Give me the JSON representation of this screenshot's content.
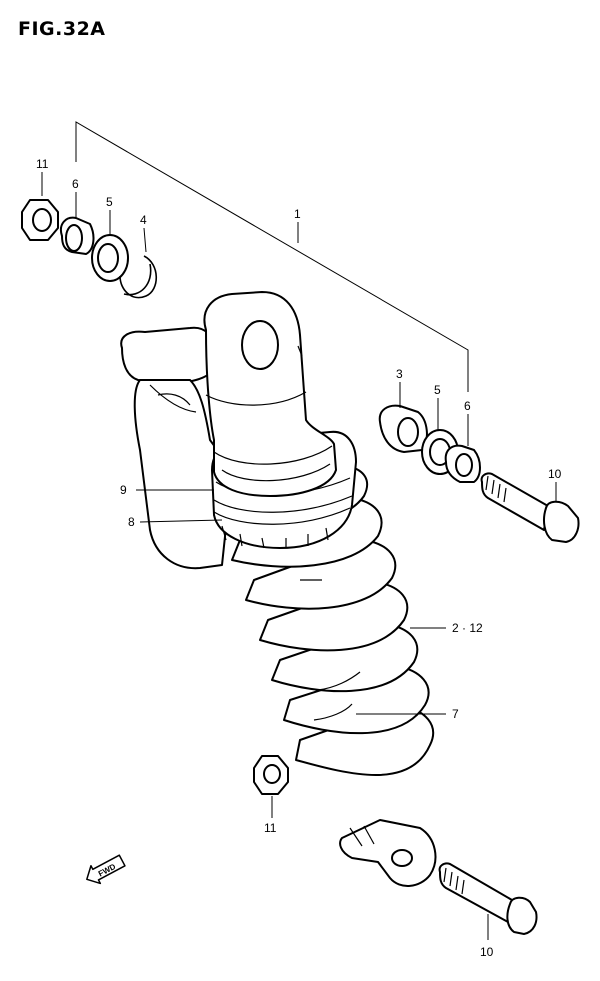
{
  "figure": {
    "title": "FIG.32A"
  },
  "callouts": {
    "c1": "1",
    "c2_12": "2 · 12",
    "c3": "3",
    "c4": "4",
    "c5_top": "5",
    "c5_right": "5",
    "c6_top": "6",
    "c6_right": "6",
    "c7": "7",
    "c8": "8",
    "c9": "9",
    "c10_right": "10",
    "c10_bottom": "10",
    "c11_top": "11",
    "c11_bottom": "11"
  },
  "fwd_marker": {
    "label": "FWD"
  }
}
